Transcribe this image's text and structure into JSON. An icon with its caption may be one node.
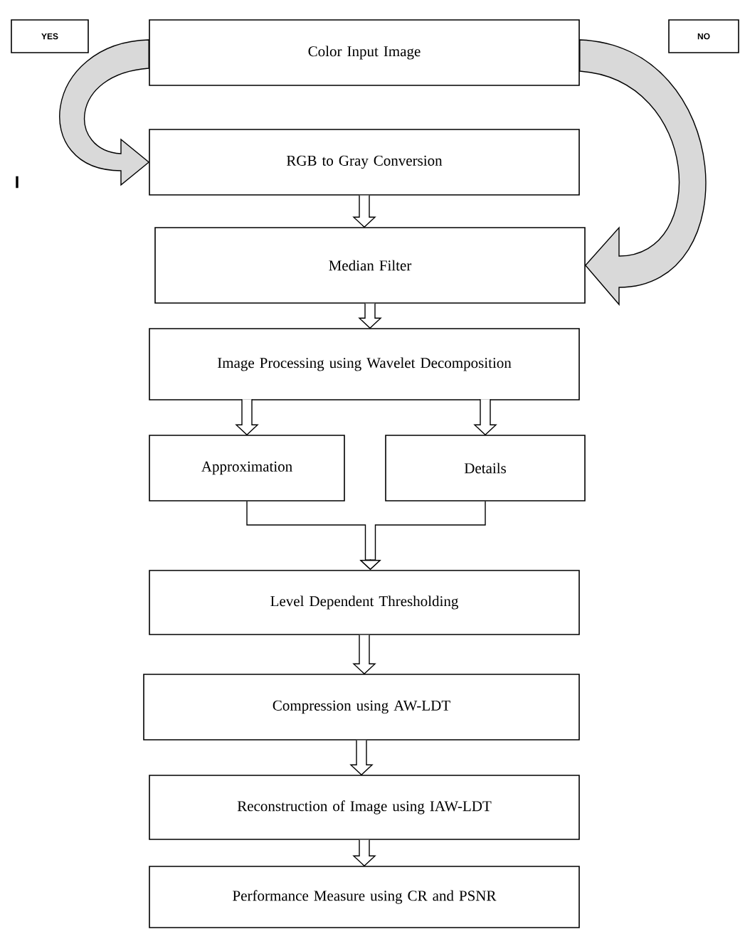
{
  "diagram": {
    "nodes": [
      {
        "text": [
          "YES"
        ]
      },
      {
        "text": [
          "Color Input Image"
        ]
      },
      {
        "text": [
          "NO"
        ]
      },
      {
        "text": [
          "RGB to Gray Conversion"
        ]
      },
      {
        "text": [
          "Median Filter"
        ]
      },
      {
        "text": [
          "Image Processing using Wavelet Decomposition"
        ]
      },
      {
        "text": [
          "Approximation"
        ]
      },
      {
        "text": [
          "Details"
        ]
      },
      {
        "text": [
          "Level Dependent Thresholding"
        ]
      },
      {
        "text": [
          "Compression using AW-LDT"
        ]
      },
      {
        "text": [
          "Reconstruction of Image using IAW-LDT"
        ]
      },
      {
        "text": [
          "Performance Measure using CR and PSNR"
        ]
      }
    ],
    "edges": [
      {
        "from": 1,
        "to": 3,
        "arrow": "to",
        "style": "thick"
      },
      {
        "from": 1,
        "to": 4,
        "arrow": "to",
        "style": "thick"
      },
      {
        "from": 3,
        "to": 4,
        "arrow": "to"
      },
      {
        "from": 4,
        "to": 5,
        "arrow": "to"
      },
      {
        "from": 5,
        "to": 6,
        "arrow": "to"
      },
      {
        "from": 5,
        "to": 7,
        "arrow": "to"
      },
      {
        "from": 6,
        "to": 8,
        "arrow": "to"
      },
      {
        "from": 7,
        "to": 8,
        "arrow": "to"
      },
      {
        "from": 8,
        "to": 9,
        "arrow": "to"
      },
      {
        "from": 9,
        "to": 10,
        "arrow": "to"
      },
      {
        "from": 10,
        "to": 11,
        "arrow": "to"
      }
    ],
    "labels": [
      "I"
    ]
  }
}
